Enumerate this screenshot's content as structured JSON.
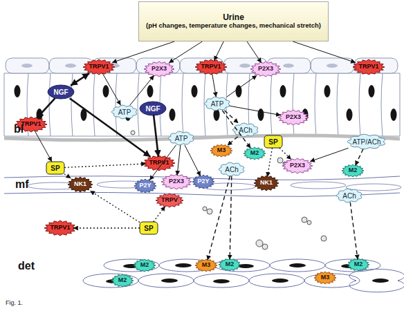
{
  "diagram": {
    "caption": "Fig. 1.",
    "nodes": [
      {
        "text": [
          "Urine",
          "(pH changes, temperature changes, mechanical stretch)"
        ]
      },
      {
        "text": [
          "TRPV1"
        ]
      },
      {
        "text": [
          "P2X3"
        ]
      },
      {
        "text": [
          "TRPV1"
        ]
      },
      {
        "text": [
          "P2X3"
        ]
      },
      {
        "text": [
          "TRPV1"
        ]
      },
      {
        "text": [
          "NGF"
        ]
      },
      {
        "text": [
          "P2X3"
        ]
      },
      {
        "text": [
          "ATP"
        ]
      },
      {
        "text": [
          "ATP"
        ]
      },
      {
        "text": [
          "NGF"
        ]
      },
      {
        "text": [
          "TRPV1"
        ]
      },
      {
        "text": [
          "ACh"
        ]
      },
      {
        "text": [
          "SP"
        ]
      },
      {
        "text": [
          "ATP"
        ]
      },
      {
        "text": [
          "M3"
        ]
      },
      {
        "text": [
          "M2"
        ]
      },
      {
        "text": [
          "ATP/ACh"
        ]
      },
      {
        "text": [
          "TRPV1"
        ]
      },
      {
        "text": [
          "SP"
        ]
      },
      {
        "text": [
          "P2X3"
        ]
      },
      {
        "text": [
          "ACh"
        ]
      },
      {
        "text": [
          "M2"
        ]
      },
      {
        "text": [
          "P2X3"
        ]
      },
      {
        "text": [
          "NK1"
        ]
      },
      {
        "text": [
          "P2Y"
        ]
      },
      {
        "text": [
          "P2Y"
        ]
      },
      {
        "text": [
          "NK1"
        ]
      },
      {
        "text": [
          "ACh"
        ]
      },
      {
        "text": [
          "TRPV"
        ]
      },
      {
        "text": [
          "TRPV1"
        ]
      },
      {
        "text": [
          "SP"
        ]
      },
      {
        "text": [
          "M2"
        ]
      },
      {
        "text": [
          "M3"
        ]
      },
      {
        "text": [
          "M2"
        ]
      },
      {
        "text": [
          "M2"
        ]
      },
      {
        "text": [
          "M2"
        ]
      },
      {
        "text": [
          "M3"
        ]
      }
    ],
    "edges": [
      {
        "from": 0,
        "to": 1,
        "arrow": "to"
      },
      {
        "from": 0,
        "to": 2,
        "arrow": "to"
      },
      {
        "from": 0,
        "to": 3,
        "arrow": "to"
      },
      {
        "from": 0,
        "to": 4,
        "arrow": "to"
      },
      {
        "from": 0,
        "to": 5,
        "arrow": "to"
      },
      {
        "from": 1,
        "to": 8,
        "arrow": "to"
      },
      {
        "from": 8,
        "to": 2,
        "arrow": "to"
      },
      {
        "from": 3,
        "to": 9,
        "arrow": "to"
      },
      {
        "from": 9,
        "to": 4,
        "arrow": "to"
      },
      {
        "from": 9,
        "to": 12,
        "arrow": "to"
      },
      {
        "from": 9,
        "to": 16,
        "arrow": "to"
      },
      {
        "from": 6,
        "to": 1,
        "arrow": "both"
      },
      {
        "from": 6,
        "to": 11,
        "arrow": "to"
      },
      {
        "from": 6,
        "to": 18,
        "arrow": "to"
      },
      {
        "from": 10,
        "to": 18,
        "arrow": "to"
      },
      {
        "from": 11,
        "to": 19,
        "arrow": "to"
      },
      {
        "from": 19,
        "to": 18,
        "arrow": "to"
      },
      {
        "from": 19,
        "to": 24,
        "arrow": "to"
      },
      {
        "from": 13,
        "to": 27,
        "arrow": "to"
      },
      {
        "from": 13,
        "to": 20,
        "arrow": "to"
      },
      {
        "from": 14,
        "to": 25,
        "arrow": "to"
      },
      {
        "from": 14,
        "to": 23,
        "arrow": "to"
      },
      {
        "from": 14,
        "to": 26,
        "arrow": "to"
      },
      {
        "from": 31,
        "to": 24,
        "arrow": "to"
      },
      {
        "from": 31,
        "to": 29,
        "arrow": "to"
      },
      {
        "from": 31,
        "to": 30,
        "arrow": "to"
      },
      {
        "from": 12,
        "to": 15,
        "arrow": "to"
      },
      {
        "from": 21,
        "to": 33,
        "arrow": "to"
      },
      {
        "from": 21,
        "to": 34,
        "arrow": "to"
      },
      {
        "from": 17,
        "to": 20,
        "arrow": "to"
      },
      {
        "from": 17,
        "to": 22,
        "arrow": "to"
      },
      {
        "from": 28,
        "to": 35,
        "arrow": "to"
      },
      {
        "from": 9,
        "to": 7,
        "arrow": "to"
      }
    ],
    "labels": [
      "bl",
      "mf",
      "det"
    ]
  }
}
